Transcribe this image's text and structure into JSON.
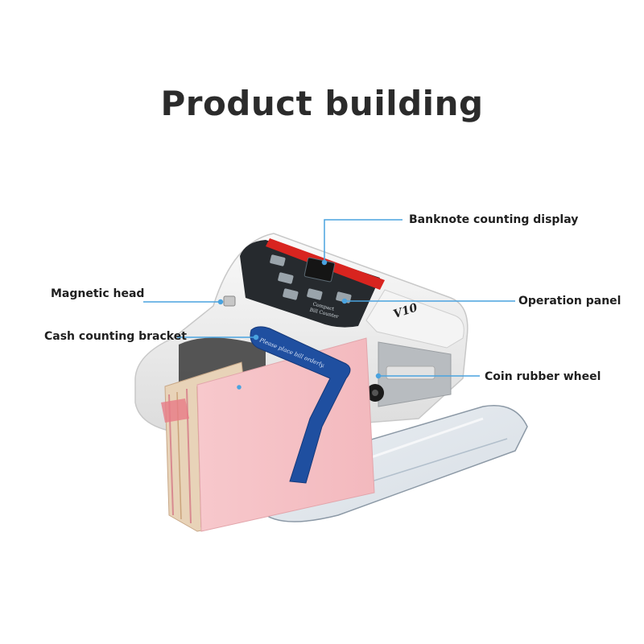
{
  "title": "Product building",
  "device": {
    "model_text": "V10",
    "panel_text_line1": "Compact",
    "panel_text_line2": "Bill Counter",
    "bracket_text": "Please place bill orderly."
  },
  "callouts": {
    "display": "Banknote counting display",
    "panel": "Operation panel",
    "wheel": "Coin rubber wheel",
    "magnet": "Magnetic head",
    "bracket": "Cash counting bracket"
  },
  "colors": {
    "callout_line": "#4aa3df",
    "accent_red": "#d8241f",
    "bracket_blue": "#1f4fa0",
    "bill_pink": "#f2c4c8"
  }
}
